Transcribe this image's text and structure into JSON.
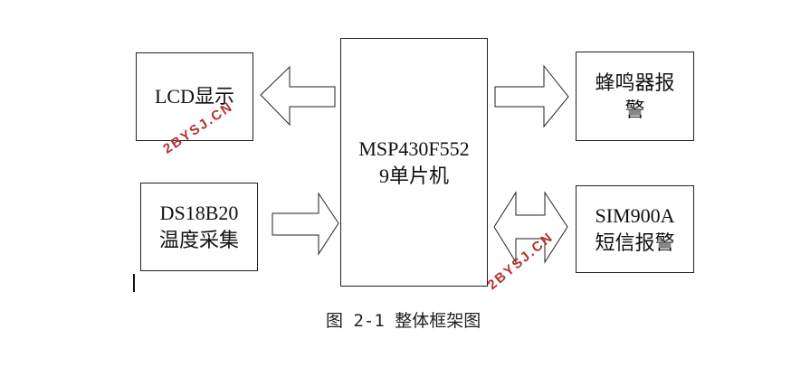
{
  "diagram": {
    "nodes": {
      "lcd": {
        "label": "LCD显示"
      },
      "mcu": {
        "label": "MSP430F552\n9单片机"
      },
      "buzzer": {
        "label": "蜂鸣器报\n警"
      },
      "ds18b20": {
        "label": "DS18B20\n温度采集"
      },
      "sim900a": {
        "label": "SIM900A\n短信报警"
      }
    },
    "edges": [
      {
        "from": "mcu",
        "to": "lcd"
      },
      {
        "from": "mcu",
        "to": "buzzer"
      },
      {
        "from": "ds18b20",
        "to": "mcu"
      },
      {
        "from": "mcu",
        "to": "sim900a",
        "bidirectional": true
      }
    ],
    "caption": "图 2-1 整体框架图"
  },
  "watermarks": [
    "2BYSJ.CN",
    "2BYSJ.CN"
  ],
  "colors": {
    "stroke": "#222222",
    "watermark": "#b3322c",
    "text": "#111111"
  }
}
